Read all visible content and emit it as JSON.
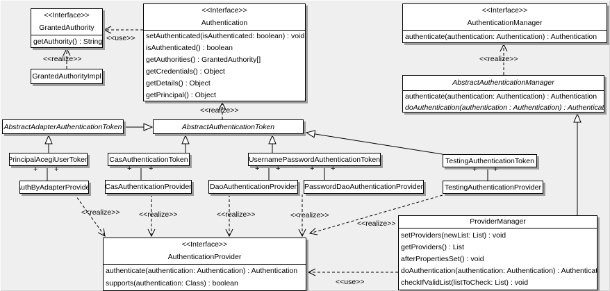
{
  "labels": {
    "use": "<<use>>",
    "realize": "<<realize>>",
    "plus": "+"
  },
  "colors": {
    "background": "#efefef",
    "box_fill": "#ffffff",
    "box_border": "#000000",
    "box_shadow": "#9e9e9e"
  },
  "classes": {
    "granted_authority": {
      "stereotype": "<<Interface>>",
      "name": "GrantedAuthority",
      "methods": [
        "getAuthority() : String"
      ]
    },
    "granted_authority_impl": {
      "name": "GrantedAuthorityImpl"
    },
    "authentication": {
      "stereotype": "<<Interface>>",
      "name": "Authentication",
      "methods": [
        "setAuthenticated(isAuthenticated: boolean) : void",
        "isAuthenticated() : boolean",
        "getAuthorities() : GrantedAuthority[]",
        "getCredentials() : Object",
        "getDetails() : Object",
        "getPrincipal() : Object"
      ]
    },
    "authentication_manager": {
      "stereotype": "<<Interface>>",
      "name": "AuthenticationManager",
      "methods": [
        "authenticate(authentication: Authentication) : Authentication"
      ]
    },
    "abstract_authentication_manager": {
      "name": "AbstractAuthenticationManager",
      "methods": [
        "authenticate(authentication: Authentication) : Authentication",
        "doAuthentication(authentication : Authentication) : Authentication"
      ]
    },
    "abstract_adapter_authentication_token": {
      "name": "AbstractAdapterAuthenticationToken"
    },
    "abstract_authentication_token": {
      "name": "AbstractAuthenticationToken"
    },
    "principal_acegi_user_token": {
      "name": "PrincipalAcegiUserToken"
    },
    "cas_authentication_token": {
      "name": "CasAuthenticationToken"
    },
    "username_password_authentication_token": {
      "name": "UsernamePasswordAuthenticationToken"
    },
    "testing_authentication_token": {
      "name": "TestingAuthenticationToken"
    },
    "auth_by_adapter_provider": {
      "name": "AuthByAdapterProvider"
    },
    "cas_authentication_provider": {
      "name": "CasAuthenticationProvider"
    },
    "dao_authentication_provider": {
      "name": "DaoAuthenticationProvider"
    },
    "password_dao_authentication_provider": {
      "name": "PasswordDaoAuthenticationProvider"
    },
    "testing_authentication_provider": {
      "name": "TestingAuthenticationProvider"
    },
    "authentication_provider": {
      "stereotype": "<<Interface>>",
      "name": "AuthenticationProvider",
      "methods": [
        "authenticate(authentication: Authentication) : Authentication",
        "supports(authentication: Class) : boolean"
      ]
    },
    "provider_manager": {
      "name": "ProviderManager",
      "methods": [
        "setProviders(newList: List) : void",
        "getProviders() : List",
        "afterPropertiesSet() : void",
        "doAuthentication(authentication: Authentication) : Authentication",
        "checkIfValidList(listToCheck: List) : void"
      ]
    }
  }
}
